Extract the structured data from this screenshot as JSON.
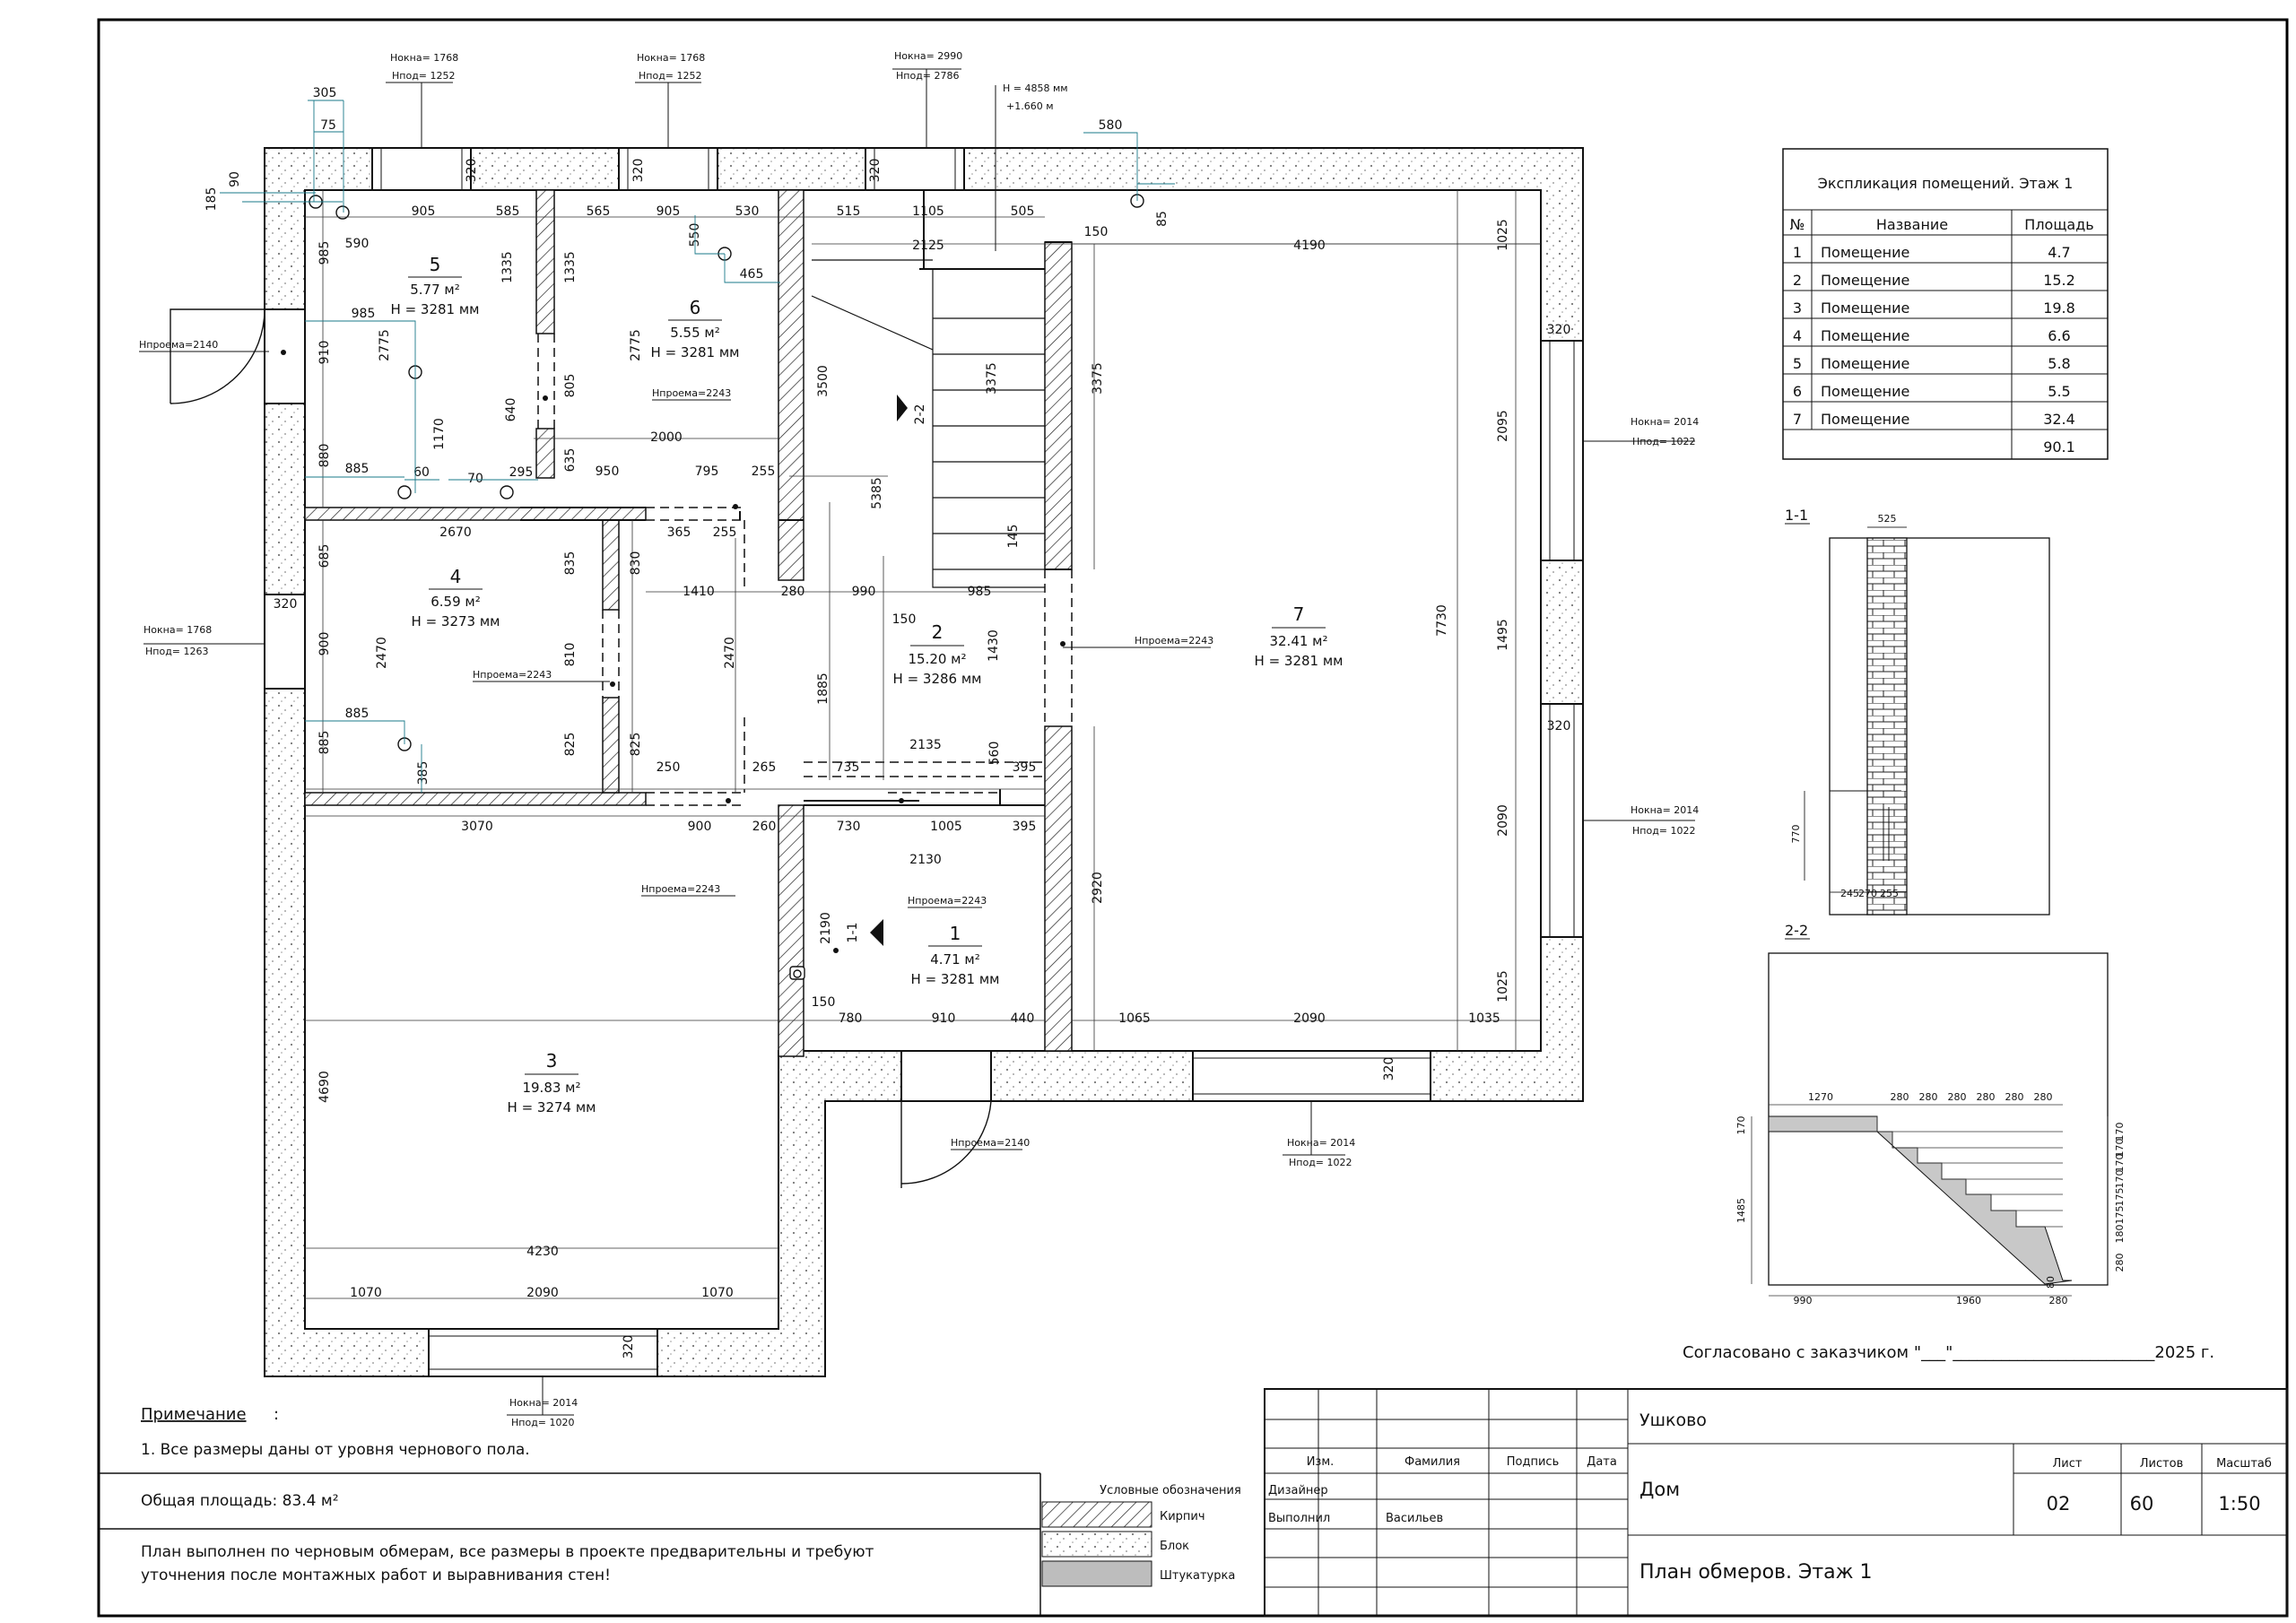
{
  "rooms": [
    {
      "num": "1",
      "area": "4.71 м²",
      "height": "H = 3281 мм"
    },
    {
      "num": "2",
      "area": "15.20 м²",
      "height": "H = 3286 мм"
    },
    {
      "num": "3",
      "area": "19.83 м²",
      "height": "H = 3274 мм"
    },
    {
      "num": "4",
      "area": "6.59 м²",
      "height": "H = 3273 мм"
    },
    {
      "num": "5",
      "area": "5.77 м²",
      "height": "H = 3281 мм"
    },
    {
      "num": "6",
      "area": "5.55 м²",
      "height": "H = 3281 мм"
    },
    {
      "num": "7",
      "area": "32.41 м²",
      "height": "H = 3281 мм"
    }
  ],
  "windows": {
    "w_top1": [
      "Hокна= 1768",
      "Hпод= 1252"
    ],
    "w_top2": [
      "Hокна= 1768",
      "Hпод= 1252"
    ],
    "w_top3": [
      "Hокна= 2990",
      "Hпод= 2786"
    ],
    "w_r1": [
      "Hокна= 2014",
      "Hпод= 1022"
    ],
    "w_r2": [
      "Hокна= 2014",
      "Hпод= 1022"
    ],
    "w_bot7": [
      "Hокна= 2014",
      "Hпод= 1022"
    ],
    "w_bot3": [
      "Hокна= 2014",
      "Hпод= 1020"
    ],
    "w_left4": [
      "Hокна= 1768",
      "Hпод= 1263"
    ]
  },
  "level_mark": [
    "H = 4858 мм",
    "+1.660 м"
  ],
  "openings": {
    "o_left": "Hпроема=2140",
    "o_bottom": "Hпроема=2140",
    "o_a": "Hпроема=2243",
    "o_b": "Hпроема=2243",
    "o_c": "Hпроема=2243",
    "o_d": "Hпроема=2243",
    "o_e": "Hпроема=2243"
  },
  "dims": {
    "d905a": "905",
    "d585": "585",
    "d565": "565",
    "d905b": "905",
    "d530": "530",
    "d515": "515",
    "d1105": "1105",
    "d505": "505",
    "d2125": "2125",
    "d4190": "4190",
    "d1025a": "1025",
    "d1025b": "1025",
    "d2095": "2095",
    "d1495": "1495",
    "d2090r": "2090",
    "d7730": "7730",
    "d3375a": "3375",
    "d3375b": "3375",
    "d3500": "3500",
    "d5385": "5385",
    "d2000": "2000",
    "d950": "950",
    "d795": "795",
    "d255a": "255",
    "d255b": "255",
    "d365": "365",
    "d2670": "2670",
    "d1410": "1410",
    "d280a": "280",
    "d990": "990",
    "d985c": "985",
    "d150a": "150",
    "d145": "145",
    "d1430": "1430",
    "d2470a": "2470",
    "d2470b": "2470",
    "d1885": "1885",
    "d835": "835",
    "d830": "830",
    "d810": "810",
    "d825a": "825",
    "d825b": "825",
    "d685": "685",
    "d900": "900",
    "d885": "885",
    "d250": "250",
    "d265": "265",
    "d735": "735",
    "d2135": "2135",
    "d560": "560",
    "d395a": "395",
    "d3070": "3070",
    "d900b": "900",
    "d260": "260",
    "d730": "730",
    "d1005": "1005",
    "d395b": "395",
    "d2130": "2130",
    "d2920": "2920",
    "d2190": "2190",
    "d780": "780",
    "d910": "910",
    "d440": "440",
    "d150b": "150",
    "d1065": "1065",
    "d2090b": "2090",
    "d1035": "1035",
    "d4690": "4690",
    "d4230": "4230",
    "d1070a": "1070",
    "d2090c": "2090",
    "d1070b": "1070",
    "d320a": "320",
    "d320b": "320",
    "d320c": "320",
    "d320d": "320",
    "d320e": "320",
    "d320f": "320",
    "d320g": "320",
    "d320h": "320",
    "d150c": "150",
    "d985a": "985",
    "d910l": "910",
    "d880": "880",
    "d2775a": "2775",
    "d1335a": "1335",
    "d1335b": "1335",
    "d2775b": "2775",
    "d805": "805",
    "d640": "640",
    "d635": "635",
    "d590": "590"
  },
  "blue_dims": {
    "b305": "305",
    "b75": "75",
    "b185": "185",
    "b90": "90",
    "b985": "985",
    "b1170": "1170",
    "b885a": "885",
    "b60": "60",
    "b70": "70",
    "b295": "295",
    "b550": "550",
    "b465": "465",
    "b580": "580",
    "b85": "85",
    "b885b": "885",
    "b385": "385"
  },
  "section_marks": {
    "s22": "2-2",
    "s11": "1-1"
  },
  "legend_table": {
    "title": "Экспликация помещений. Этаж 1",
    "headers": [
      "№",
      "Название",
      "Площадь"
    ],
    "rows": [
      [
        "1",
        "Помещение",
        "4.7"
      ],
      [
        "2",
        "Помещение",
        "15.2"
      ],
      [
        "3",
        "Помещение",
        "19.8"
      ],
      [
        "4",
        "Помещение",
        "6.6"
      ],
      [
        "5",
        "Помещение",
        "5.8"
      ],
      [
        "6",
        "Помещение",
        "5.5"
      ],
      [
        "7",
        "Помещение",
        "32.4"
      ]
    ],
    "total": "90.1"
  },
  "section11": {
    "title": "1-1",
    "top": "525",
    "side": "770",
    "b1": "245",
    "b2": "270",
    "b3": "255"
  },
  "section22": {
    "title": "2-2",
    "top": [
      "1270",
      "280",
      "280",
      "280",
      "280",
      "280",
      "280"
    ],
    "left_top": "170",
    "left": "1485",
    "right": [
      "170",
      "170",
      "170",
      "170",
      "175",
      "175",
      "180",
      "280"
    ],
    "bottom": [
      "990",
      "1960",
      "280"
    ],
    "small": "80"
  },
  "agreed": "Согласовано с заказчиком \"___\"_________________________2025 г.",
  "note": {
    "title": "Примечание",
    "colon": ":",
    "line1": "1. Все размеры даны от уровня чернового пола.",
    "total_label": "Общая площадь:  83.4 м²",
    "bottom_text1": "План выполнен по черновым обмерам, все размеры в проекте предварительны и требуют",
    "bottom_text2": "уточнения после монтажных работ и выравнивания стен!"
  },
  "conventions": {
    "title": "Условные обозначения",
    "items": [
      "Кирпич",
      "Блок",
      "Штукатурка"
    ]
  },
  "title_block": {
    "hdr": [
      "Изм.",
      "Фамилия",
      "Подпись",
      "Дата"
    ],
    "r1": "Дизайнер",
    "r2a": "Выполнил",
    "r2b": "Васильев",
    "place": "Ушково",
    "object": "Дом",
    "sheet_title": "План обмеров. Этаж 1",
    "cols": [
      "Лист",
      "Листов",
      "Масштаб"
    ],
    "vals": [
      "02",
      "60",
      "1:50"
    ]
  }
}
